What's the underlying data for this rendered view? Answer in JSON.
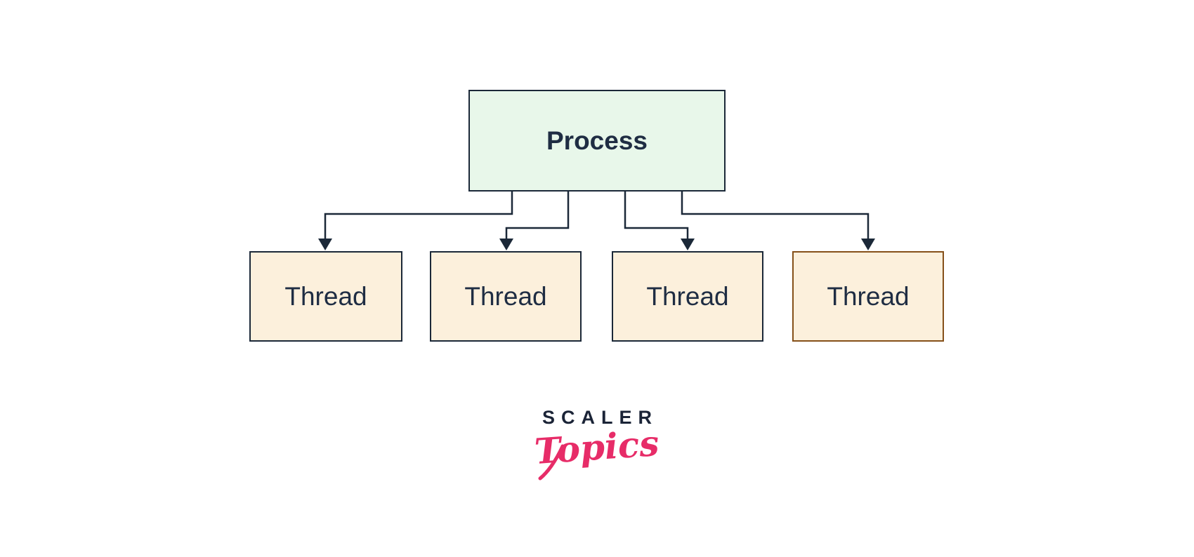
{
  "diagram": {
    "process": {
      "label": "Process"
    },
    "threads": [
      {
        "label": "Thread"
      },
      {
        "label": "Thread"
      },
      {
        "label": "Thread"
      },
      {
        "label": "Thread"
      }
    ]
  },
  "logo": {
    "primary": "SCALER",
    "secondary": "Topics"
  },
  "colors": {
    "background": "#ffffff",
    "process_fill": "#e8f7ea",
    "thread_fill": "#fcf0dc",
    "line": "#1b2838",
    "text": "#1f2d43",
    "thread4_border": "#855019",
    "logo_navy": "#1b2437",
    "logo_pink": "#e72c68"
  }
}
